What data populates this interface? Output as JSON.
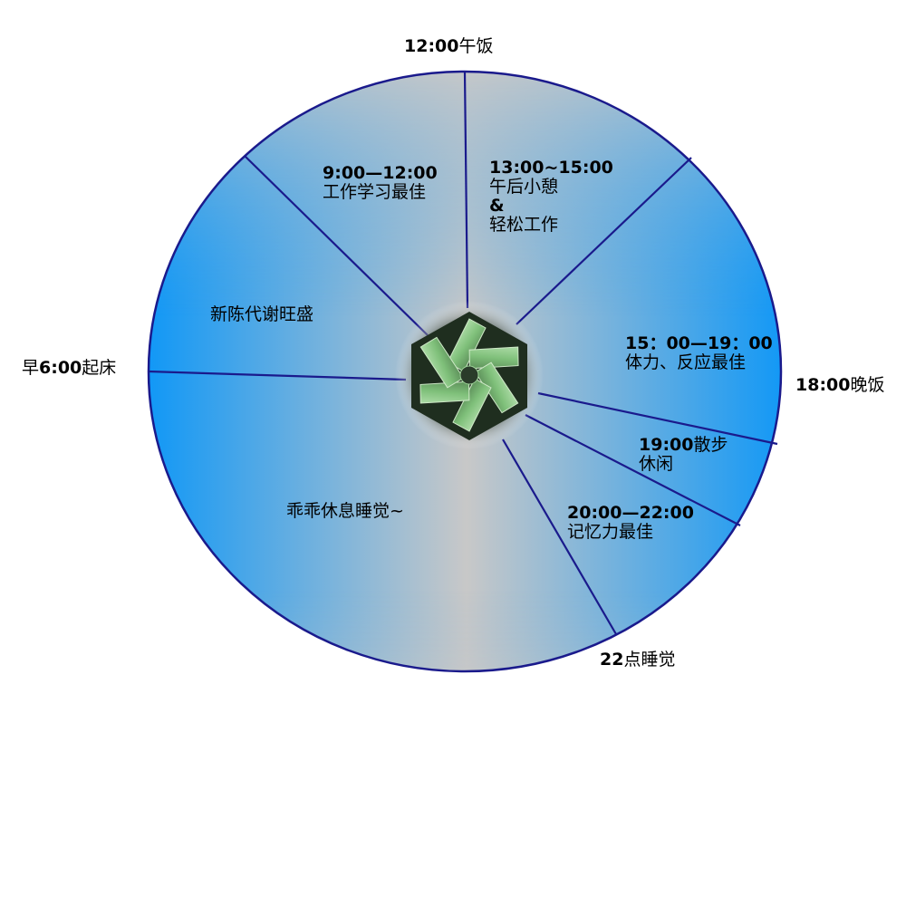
{
  "outer_labels": {
    "noon": {
      "time": "12:00",
      "text": "午饭"
    },
    "wake": {
      "prefix": "早",
      "time": "6:00",
      "text": "起床"
    },
    "dinner": {
      "time": "18:00",
      "text": "晚饭"
    },
    "sleep": {
      "time": "22",
      "text": "点睡觉"
    }
  },
  "sectors": {
    "study": {
      "time": "9:00—12:00",
      "text": "工作学习最佳"
    },
    "nap": {
      "time": "13:00~15:00",
      "text1": "午后小憩",
      "amp": "&",
      "text2": "轻松工作"
    },
    "metabolism": {
      "text": "新陈代谢旺盛"
    },
    "physical": {
      "time": "15：00—19：00",
      "text": "体力、反应最佳"
    },
    "walk": {
      "time": "19:00",
      "text1": "散步",
      "text2": "休闲"
    },
    "memory": {
      "time": "20:00—22:00",
      "text": "记忆力最佳"
    },
    "rest": {
      "text": "乖乖休息睡觉~"
    }
  },
  "colors": {
    "blue": "#0a96f8",
    "gray": "#c8c8c8",
    "border": "#1a1a8c"
  }
}
